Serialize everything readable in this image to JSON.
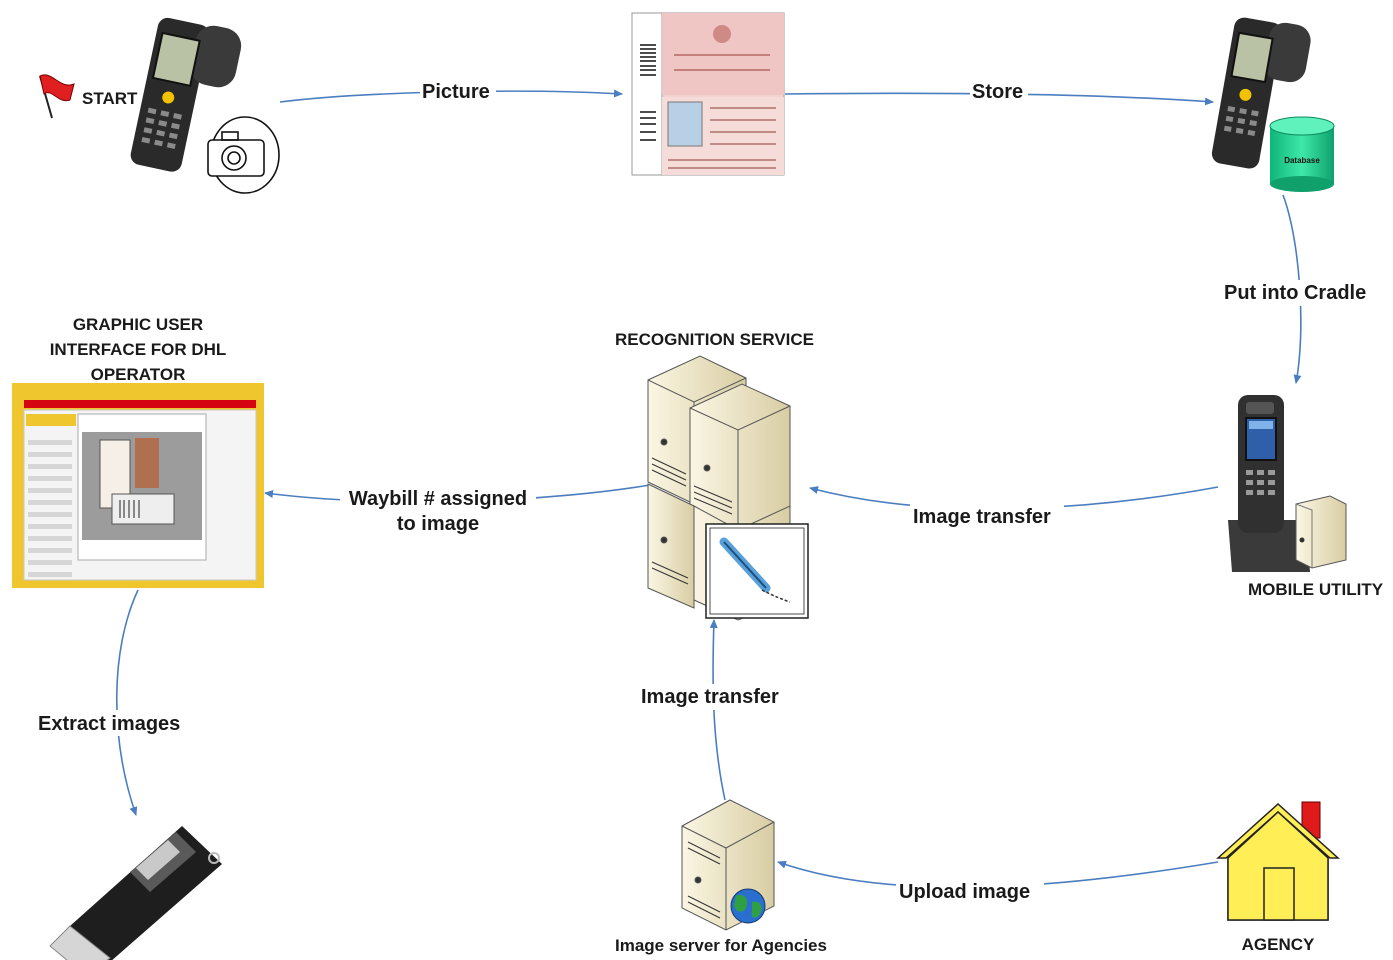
{
  "nodes": {
    "start": "START",
    "database": "Database",
    "mobile_utility": "MOBILE UTILITY",
    "recognition_service": "RECOGNITION SERVICE",
    "gui_line1": "GRAPHIC USER",
    "gui_line2": "INTERFACE FOR DHL",
    "gui_line3": "OPERATOR",
    "image_server": "Image server for Agencies",
    "agency": "AGENCY"
  },
  "edges": {
    "picture": "Picture",
    "store": "Store",
    "put_into_cradle": "Put into Cradle",
    "image_transfer_mobile": "Image transfer",
    "waybill_line1": "Waybill # assigned",
    "waybill_line2": "to image",
    "extract_images": "Extract images",
    "image_transfer_server": "Image transfer",
    "upload_image": "Upload image"
  },
  "colors": {
    "arrow": "#4a7ec0",
    "flag": "#e02020",
    "dhl_yellow": "#f0c62e",
    "dhl_red": "#d40511",
    "server_beige": "#efe7c8",
    "db_green": "#19c98a",
    "house_yellow": "#ffee55"
  },
  "icons": [
    "flag-icon",
    "mobile-scanner-icon",
    "camera-icon",
    "passport-document-icon",
    "database-icon",
    "scanner-cradle-icon",
    "server-cluster-icon",
    "signature-pen-icon",
    "dhl-gui-screenshot-icon",
    "usb-drive-icon",
    "image-server-icon",
    "globe-icon",
    "house-icon"
  ]
}
